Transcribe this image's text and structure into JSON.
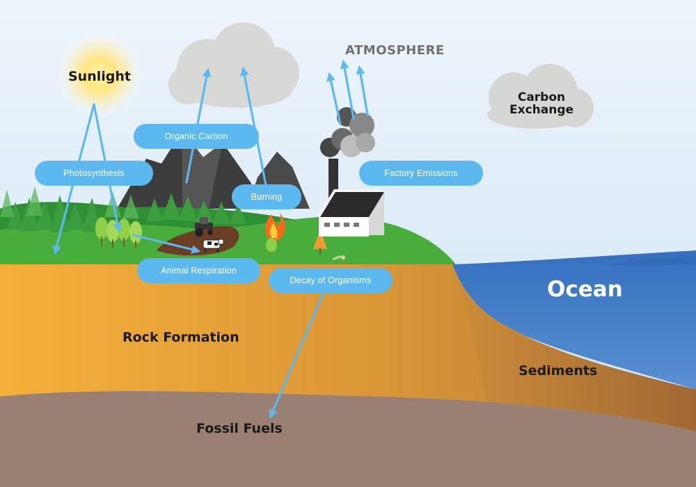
{
  "labels": {
    "sunlight": "Sunlight",
    "atmosphere": "ATMOSPHERE",
    "carbon_exchange_line1": "Carbon",
    "carbon_exchange_line2": "Exchange",
    "ocean": "Ocean",
    "rock_formation": "Rock Formation",
    "sediments": "Sediments",
    "fossil_fuels": "Fossil Fuels"
  },
  "processes": {
    "organic_carbon": "Organic Carbon",
    "photosynthesis": "Photosynthesis",
    "factory_emissions": "Factory Emissions",
    "burning": "Burning",
    "animal_respiration": "Animal Respiration",
    "decay_of_organisms": "Decay of Organisms"
  },
  "colors": {
    "sky_top": "#e8f1fa",
    "sky_bottom": "#cfe6f4",
    "arrow": "#5bb9f0",
    "grass": "#3ba13a",
    "soil": "#e9a43a",
    "bedrock": "#9a8072",
    "ocean": "#3a7ec9",
    "cloud": "#d6d6d4"
  }
}
